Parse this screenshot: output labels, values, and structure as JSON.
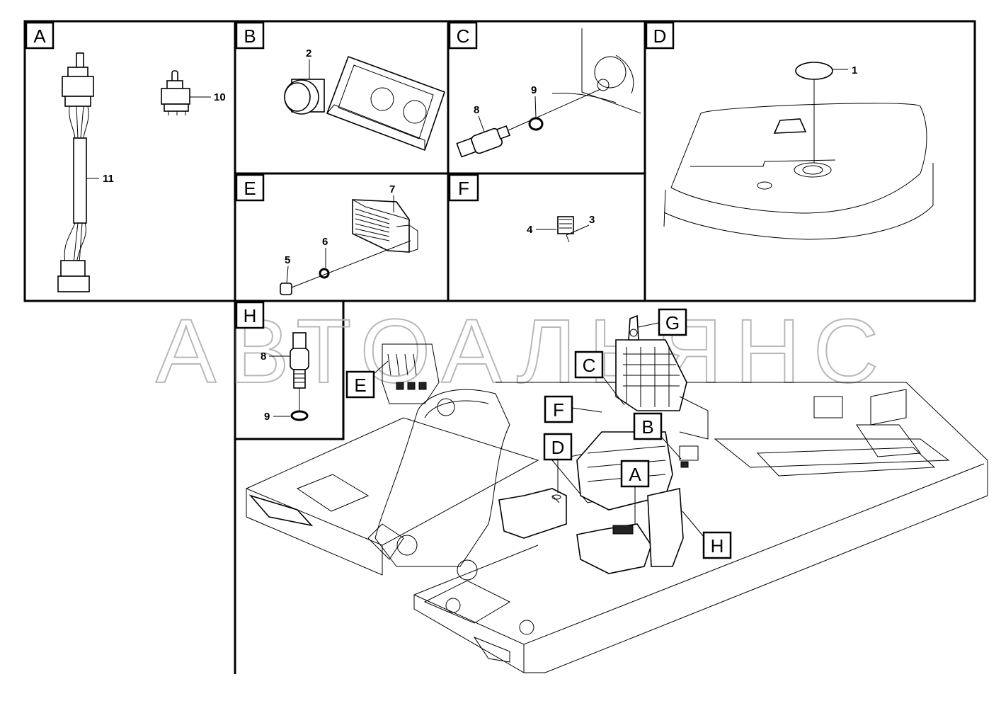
{
  "watermark": "АВТОАЛЬЯНС",
  "panels": [
    {
      "letter": "A",
      "parts": [
        "11",
        "10"
      ]
    },
    {
      "letter": "B",
      "parts": [
        "2"
      ]
    },
    {
      "letter": "C",
      "parts": [
        "8",
        "9"
      ]
    },
    {
      "letter": "D",
      "parts": [
        "1"
      ]
    },
    {
      "letter": "E",
      "parts": [
        "7",
        "6",
        "5"
      ]
    },
    {
      "letter": "F",
      "parts": [
        "4",
        "3"
      ]
    },
    {
      "letter": "H",
      "parts": [
        "8",
        "9"
      ]
    }
  ],
  "overview_callouts": [
    "G",
    "C",
    "E",
    "F",
    "B",
    "D",
    "A",
    "H"
  ]
}
